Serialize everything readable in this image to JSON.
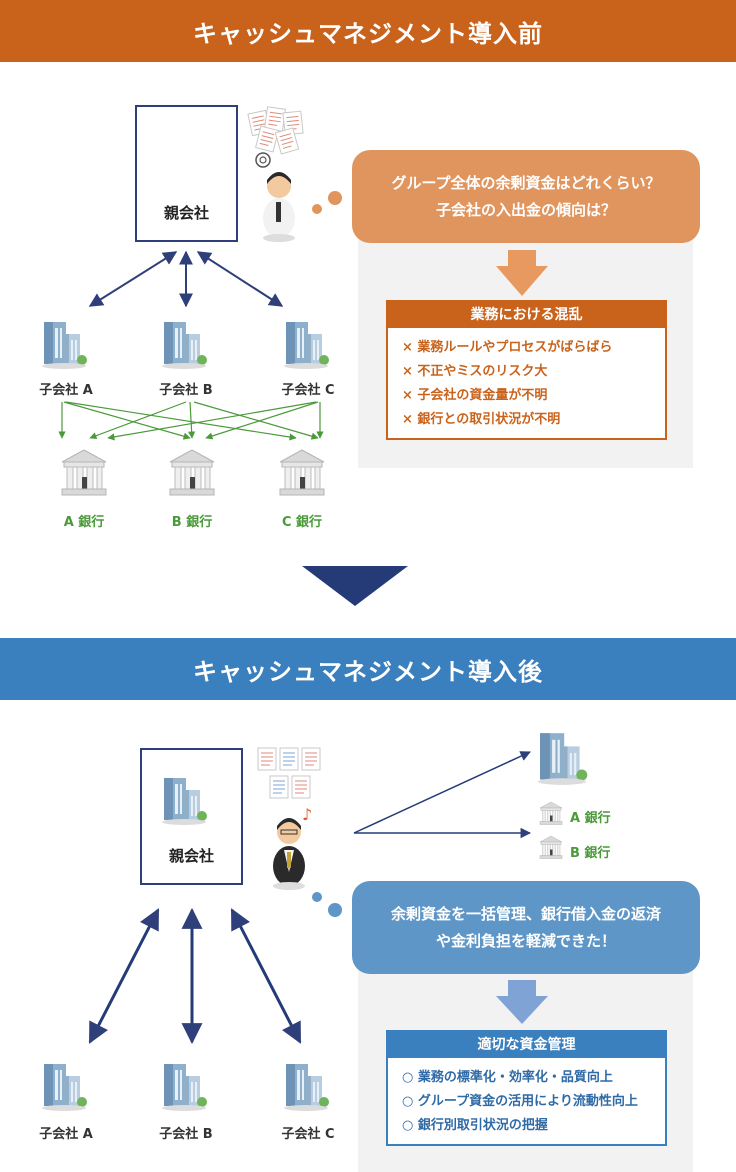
{
  "before": {
    "title": "キャッシュマネジメント導入前",
    "parent_label": "親会社",
    "subsidiaries": [
      "子会社 A",
      "子会社 B",
      "子会社 C"
    ],
    "banks": [
      "A 銀行",
      "B 銀行",
      "C 銀行"
    ],
    "bubble_lines": [
      "グループ全体の余剰資金はどれくらい？",
      "子会社の入出金の傾向は？"
    ],
    "box_title": "業務における混乱",
    "box_items": [
      "× 業務ルールやプロセスがばらばら",
      "× 不正やミスのリスク大",
      "× 子会社の資金量が不明",
      "× 銀行との取引状況が不明"
    ]
  },
  "after": {
    "title": "キャッシュマネジメント導入後",
    "parent_label": "親会社",
    "subsidiaries": [
      "子会社 A",
      "子会社 B",
      "子会社 C"
    ],
    "banks": [
      "A 銀行",
      "B 銀行"
    ],
    "bubble_lines": [
      "余剰資金を一括管理、銀行借入金の返済",
      "や金利負担を軽減できた！"
    ],
    "box_title": "適切な資金管理",
    "box_items": [
      "○ 業務の標準化・効率化・品質向上",
      "○ グループ資金の活用により流動性向上",
      "○ 銀行別取引状況の把握"
    ]
  },
  "colors": {
    "before_accent": "#c9631c",
    "after_accent": "#3a7fbe",
    "arrow_navy": "#2e3f7a",
    "bank_green": "#4a9a3a"
  }
}
